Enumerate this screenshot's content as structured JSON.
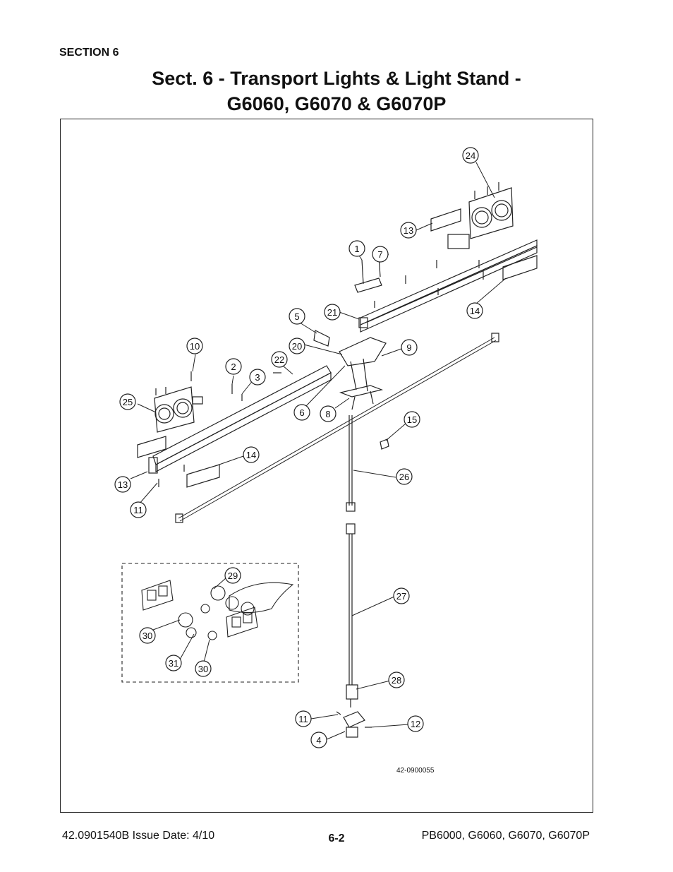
{
  "header": {
    "section": "SECTION 6",
    "title_line1": "Sect. 6 - Transport Lights & Light Stand -",
    "title_line2": "G6060, G6070 & G6070P"
  },
  "diagram": {
    "drawing_number": "42-0900055",
    "callouts": [
      {
        "id": "c24",
        "text": "24"
      },
      {
        "id": "c13a",
        "text": "13"
      },
      {
        "id": "c1",
        "text": "1"
      },
      {
        "id": "c7",
        "text": "7"
      },
      {
        "id": "c21",
        "text": "21"
      },
      {
        "id": "c14a",
        "text": "14"
      },
      {
        "id": "c5",
        "text": "5"
      },
      {
        "id": "c20",
        "text": "20"
      },
      {
        "id": "c9",
        "text": "9"
      },
      {
        "id": "c10",
        "text": "10"
      },
      {
        "id": "c2",
        "text": "2"
      },
      {
        "id": "c22",
        "text": "22"
      },
      {
        "id": "c3",
        "text": "3"
      },
      {
        "id": "c25",
        "text": "25"
      },
      {
        "id": "c6",
        "text": "6"
      },
      {
        "id": "c8",
        "text": "8"
      },
      {
        "id": "c15",
        "text": "15"
      },
      {
        "id": "c14b",
        "text": "14"
      },
      {
        "id": "c26",
        "text": "26"
      },
      {
        "id": "c13b",
        "text": "13"
      },
      {
        "id": "c11a",
        "text": "11"
      },
      {
        "id": "c29",
        "text": "29"
      },
      {
        "id": "c27",
        "text": "27"
      },
      {
        "id": "c30a",
        "text": "30"
      },
      {
        "id": "c31",
        "text": "31"
      },
      {
        "id": "c30b",
        "text": "30"
      },
      {
        "id": "c28",
        "text": "28"
      },
      {
        "id": "c11b",
        "text": "11"
      },
      {
        "id": "c12",
        "text": "12"
      },
      {
        "id": "c4",
        "text": "4"
      }
    ]
  },
  "footer": {
    "doc_info": "42.0901540B  Issue Date: 4/10",
    "page_number": "6-2",
    "models": "PB6000, G6060, G6070, G6070P"
  }
}
